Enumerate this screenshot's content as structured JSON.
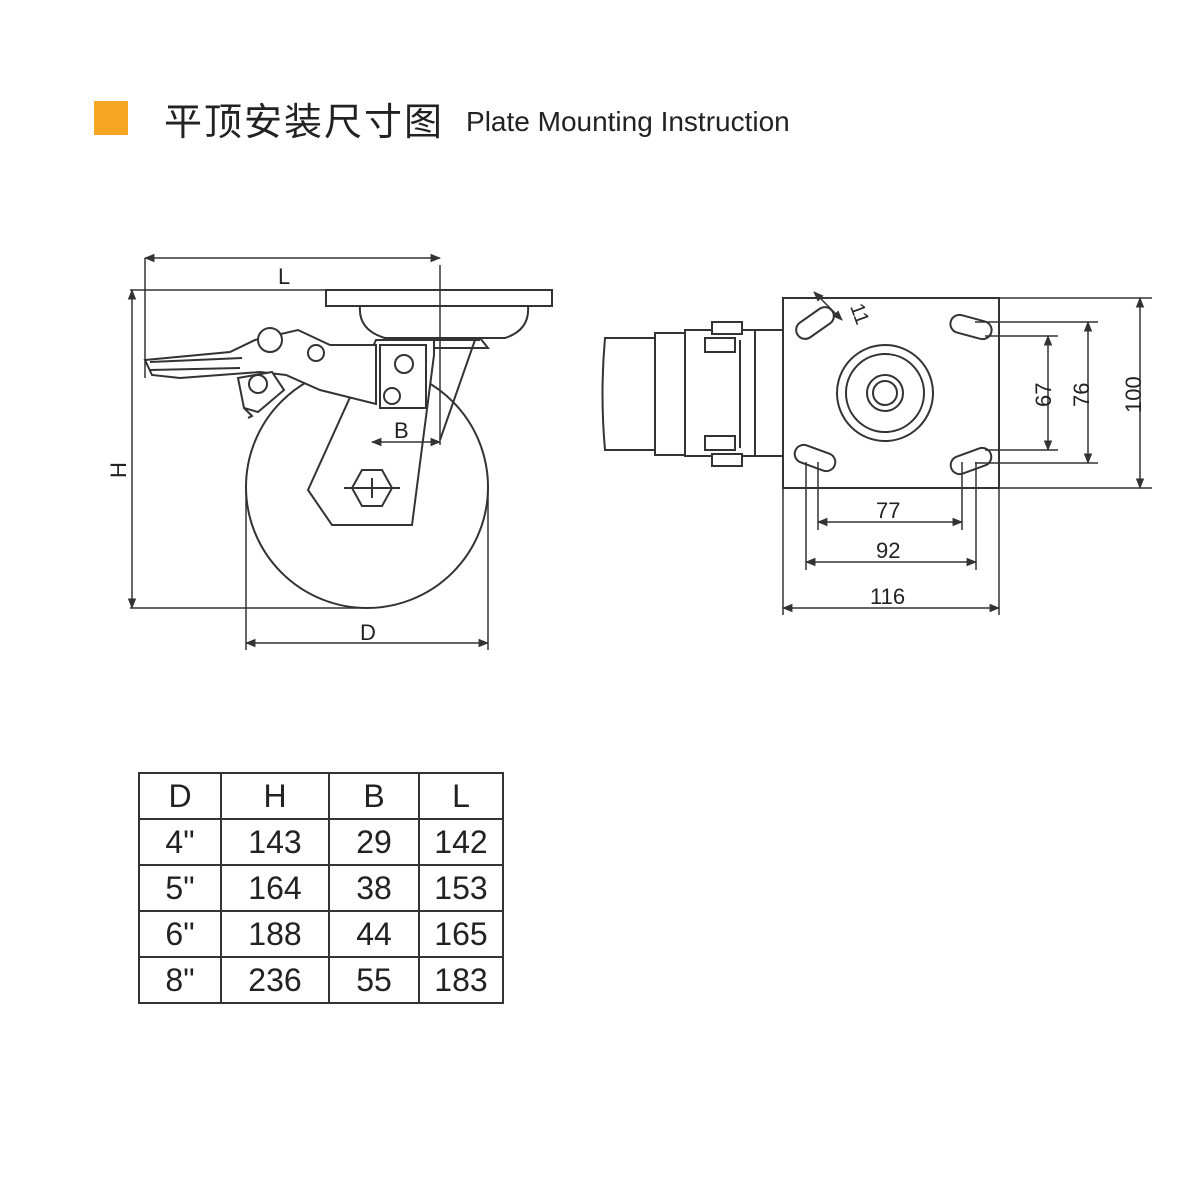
{
  "header": {
    "title_cn": "平顶安装尺寸图",
    "title_en": "Plate Mounting Instruction",
    "accent_color": "#f5a623"
  },
  "side_view": {
    "label_L": "L",
    "label_H": "H",
    "label_B": "B",
    "label_D": "D"
  },
  "top_view": {
    "slot_width": "11",
    "dim_67": "67",
    "dim_76": "76",
    "dim_100": "100",
    "dim_77": "77",
    "dim_92": "92",
    "dim_116": "116"
  },
  "spec_table": {
    "headers": [
      "D",
      "H",
      "B",
      "L"
    ],
    "rows": [
      [
        "4\"",
        "143",
        "29",
        "142"
      ],
      [
        "5\"",
        "164",
        "38",
        "153"
      ],
      [
        "6\"",
        "188",
        "44",
        "165"
      ],
      [
        "8\"",
        "236",
        "55",
        "183"
      ]
    ]
  }
}
